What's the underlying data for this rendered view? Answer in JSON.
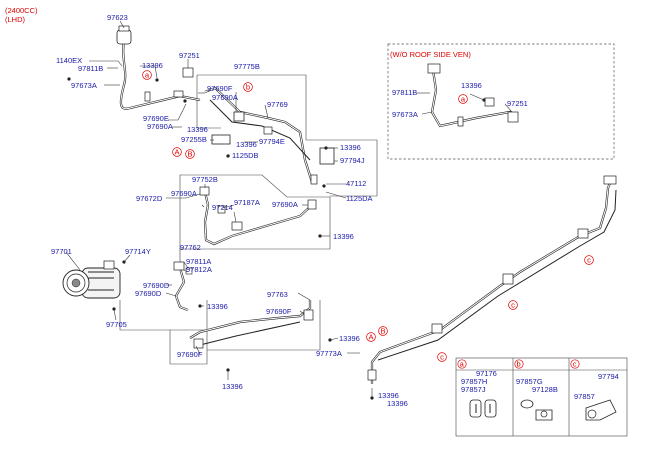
{
  "header": {
    "engine": "(2400CC)",
    "drive": "(LHD)"
  },
  "inset_title": "(W/O ROOF SIDE VEN)",
  "callouts": {
    "a": "a",
    "b": "b",
    "c": "c",
    "A": "A",
    "B": "B"
  },
  "parts": {
    "p97623": "97623",
    "p1140EX": "1140EX",
    "p97811B": "97811B",
    "p97673A": "97673A",
    "p13396": "13396",
    "p97251": "97251",
    "p97775B": "97775B",
    "p97690F": "97690F",
    "p97690A": "97690A",
    "p97690E": "97690E",
    "p97769": "97769",
    "p97255B": "97255B",
    "p97794E": "97794E",
    "p1125DB": "1125DB",
    "p97794J": "97794J",
    "p47112": "47112",
    "p1125DA": "1125DA",
    "p97752B": "97752B",
    "p97672D": "97672D",
    "p97214": "97214",
    "p97187A": "97187A",
    "p97701": "97701",
    "p97714Y": "97714Y",
    "p97762": "97762",
    "p97811A": "97811A",
    "p97812A": "97812A",
    "p97690D": "97690D",
    "p97705": "97705",
    "p97763": "97763",
    "p97773A": "97773A",
    "p97176": "97176",
    "p97857H": "97857H",
    "p97857J": "97857J",
    "p97857G": "97857G",
    "p97128B": "97128B",
    "p97794": "97794",
    "p97857": "97857"
  }
}
